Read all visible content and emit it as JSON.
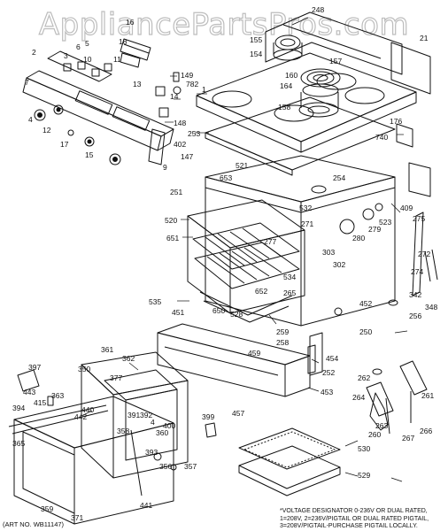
{
  "watermark": "AppliancePartsPros.com",
  "art_no": "(ART NO. WB11147)",
  "footnote": {
    "line1": "*VOLTAGE DESIGNATOR 0-236V OR DUAL RATED,",
    "line2": "1=208V, 2=236V/PIGTAIL OR DUAL RATED PIGTAIL,",
    "line3": "3=208V/PIGTAIL-PURCHASE PIGTAIL LOCALLY."
  },
  "part_labels": {
    "p2": "2",
    "p3": "3",
    "p4": "4",
    "p5": "5",
    "p6": "6",
    "p7": "7",
    "p9": "9",
    "p10": "10",
    "p11": "11",
    "p12": "12",
    "p13": "13",
    "p14": "14",
    "p15": "15",
    "p16": "16",
    "p17": "17",
    "p18": "18",
    "p149": "149",
    "p782": "782",
    "p148": "148",
    "p402": "402",
    "p147": "147",
    "p248": "248",
    "p155": "155",
    "p154": "154",
    "p157": "157",
    "p160": "160",
    "p164": "164",
    "p1": "1",
    "p158": "158",
    "p253": "253",
    "p21": "21",
    "p176": "176",
    "p740": "740",
    "p521": "521",
    "p653": "653",
    "p254": "254",
    "p251": "251",
    "p532": "532",
    "p520": "520",
    "p271": "271",
    "p651": "651",
    "p277": "277",
    "p409": "409",
    "p523": "523",
    "p279": "279",
    "p280": "280",
    "p303": "303",
    "p302": "302",
    "p275": "275",
    "p534": "534",
    "p272": "272",
    "p274": "274",
    "p652": "652",
    "p265": "265",
    "p535": "535",
    "p650": "650",
    "p528": "528",
    "p451": "451",
    "p342": "342",
    "p348": "348",
    "p452": "452",
    "p256": "256",
    "p250": "250",
    "p259": "259",
    "p258": "258",
    "p361": "361",
    "p362": "362",
    "p459": "459",
    "p454": "454",
    "p397": "397",
    "p350": "350",
    "p377": "377",
    "p252": "252",
    "p262": "262",
    "p443": "443",
    "p453": "453",
    "p261": "261",
    "p363": "363",
    "p264": "264",
    "p415": "415",
    "p440": "440",
    "p391": "391",
    "p392": "392",
    "p457": "457",
    "p394": "394",
    "p442": "442",
    "p263": "263",
    "p400": "400",
    "p260": "260",
    "p266": "266",
    "p267": "267",
    "p365": "365",
    "p358": "358",
    "p360": "360",
    "p399": "399",
    "p393": "393",
    "p530": "530",
    "p356": "356",
    "p357": "357",
    "p529": "529",
    "p359": "359",
    "p371": "371",
    "p441": "441"
  }
}
